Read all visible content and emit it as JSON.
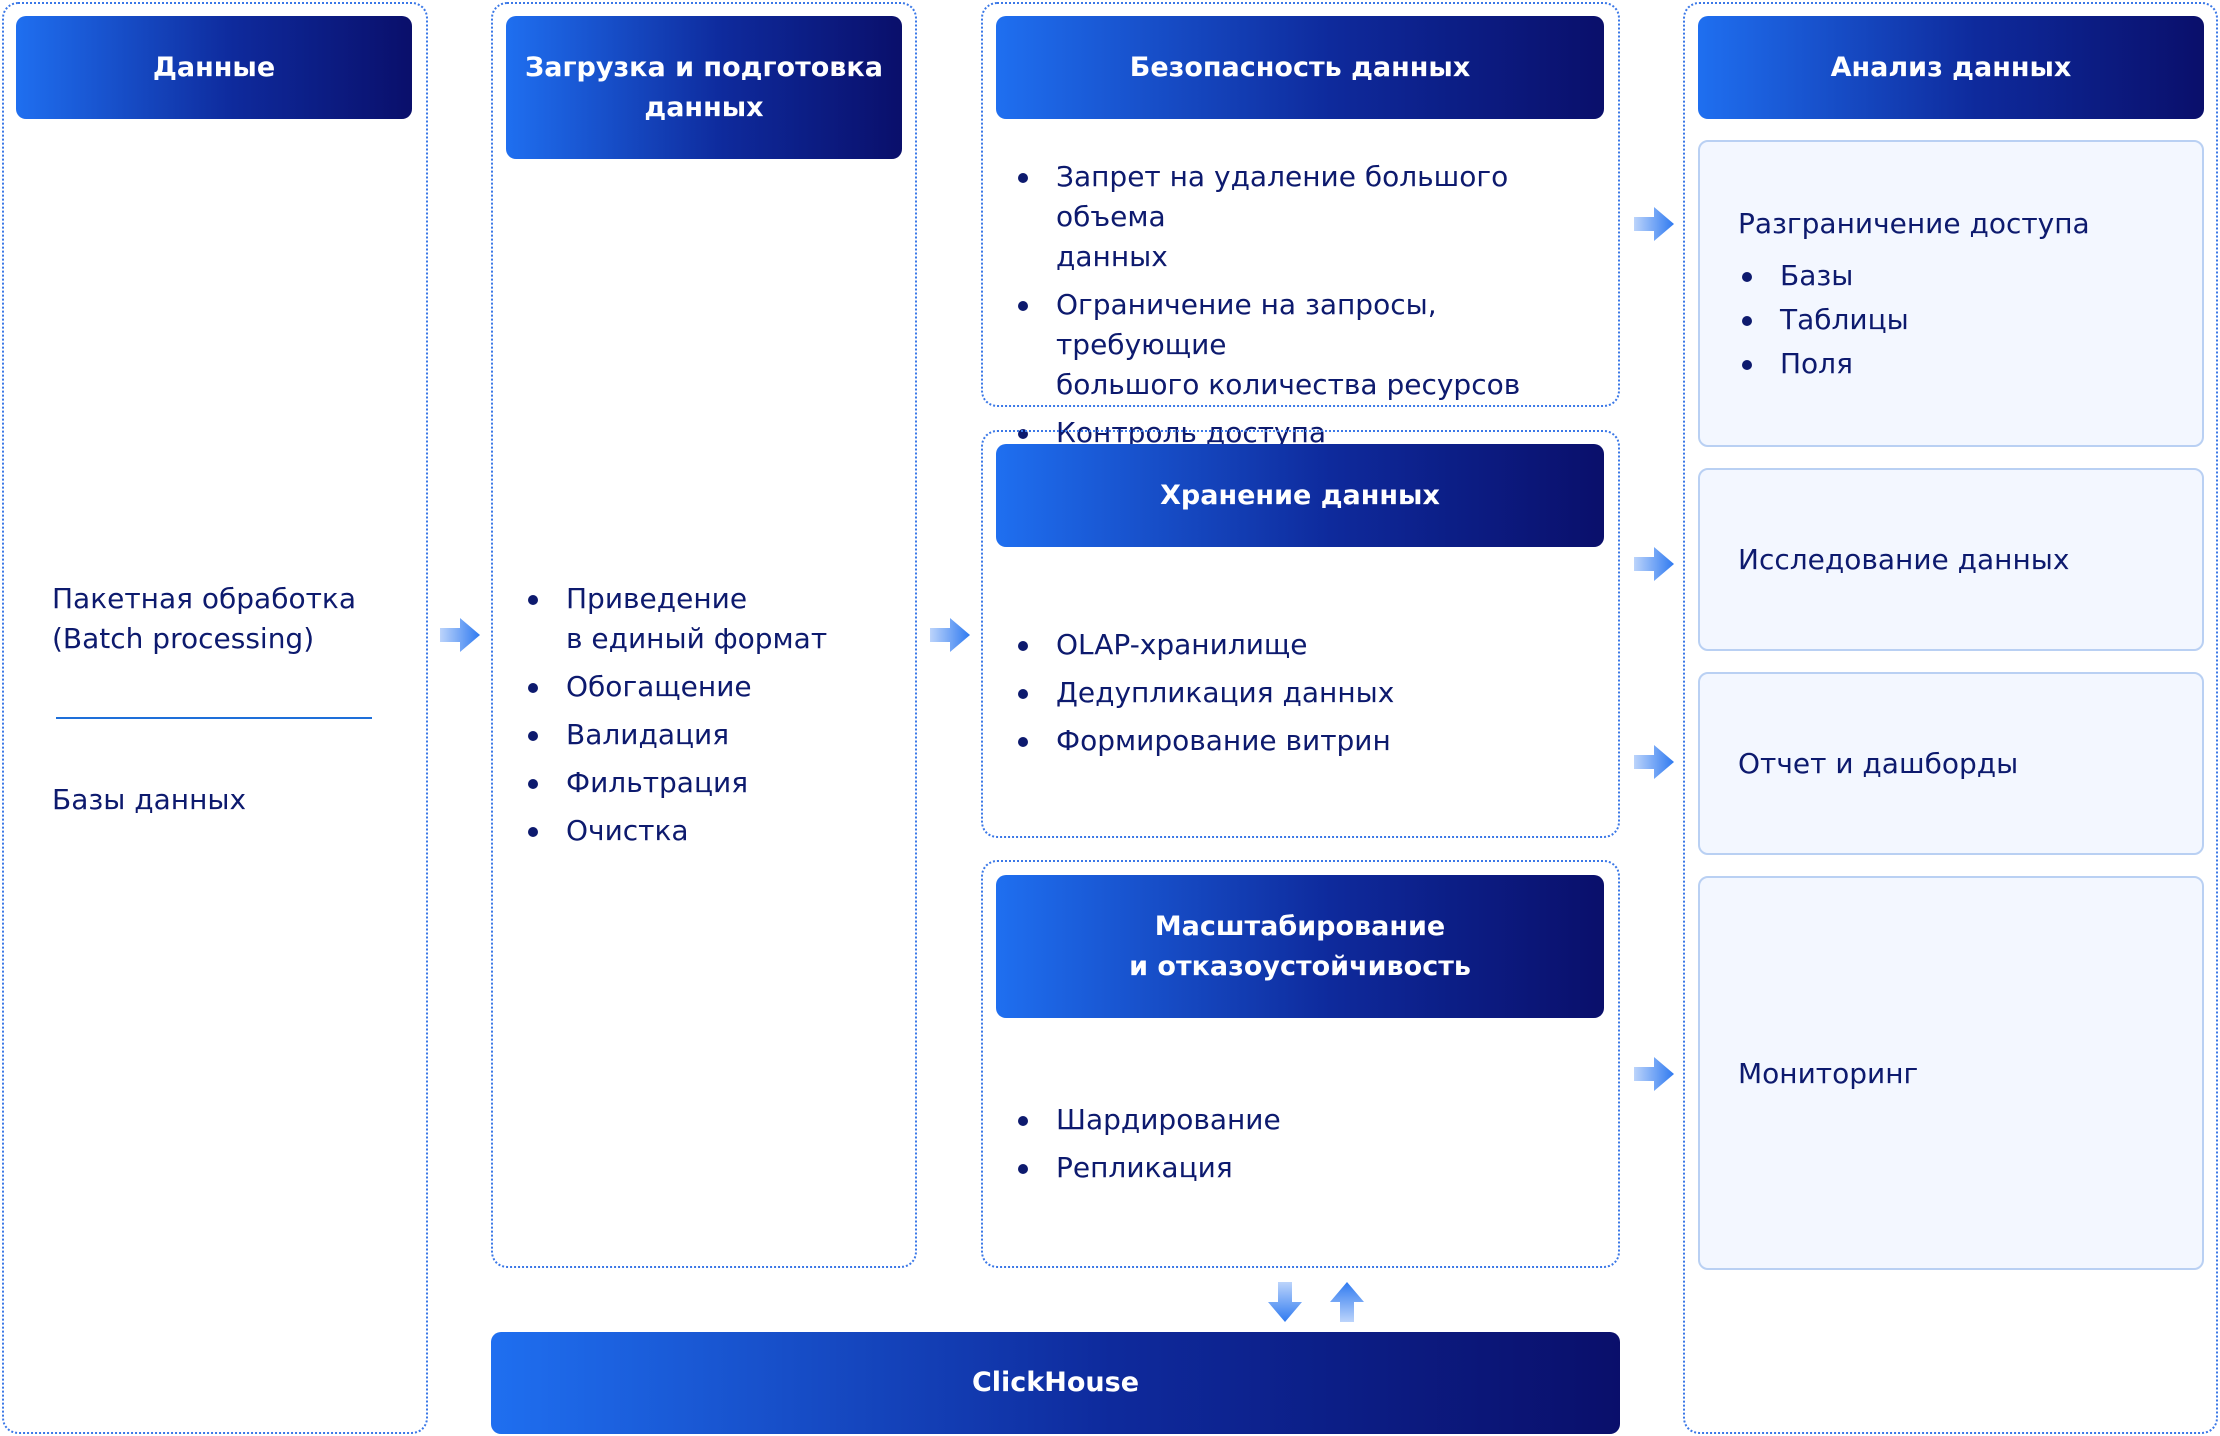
{
  "columns": {
    "data": {
      "title": "Данные",
      "batch_label": "Пакетная обработка\n(Batch processing)",
      "db_label": "Базы данных"
    },
    "ingest": {
      "title": "Загрузка и подготовка\nданных",
      "items": [
        "Приведение\nв единый формат",
        "Обогащение",
        "Валидация",
        "Фильтрация",
        "Очистка"
      ]
    },
    "security": {
      "title": "Безопасность данных",
      "items": [
        "Запрет на удаление большого объема\nданных",
        "Ограничение на запросы, требующие\nбольшого количества ресурсов",
        "Контроль доступа"
      ]
    },
    "storage": {
      "title": "Хранение данных",
      "items": [
        "OLAP-хранилище",
        "Дедупликация данных",
        "Формирование витрин"
      ]
    },
    "scaling": {
      "title": "Масштабирование\nи отказоустойчивость",
      "items": [
        "Шардирование",
        "Репликация"
      ]
    },
    "analysis": {
      "title": "Анализ данных",
      "access_title": "Разграничение доступа",
      "access_items": [
        "Базы",
        "Таблицы",
        "Поля"
      ],
      "research": "Исследование данных",
      "reports": "Отчет и дашборды",
      "monitoring": "Мониторинг"
    }
  },
  "clickhouse": {
    "label": "ClickHouse"
  },
  "colors": {
    "accent": "#1f6ff0",
    "dark": "#0a0f6b",
    "text": "#0d1a6e"
  }
}
